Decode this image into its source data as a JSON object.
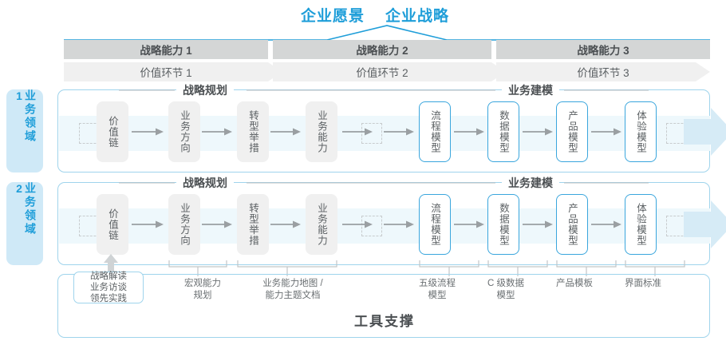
{
  "header": {
    "titles": [
      "企业愿景",
      "企业战略"
    ],
    "accent_color": "#1f9ed9"
  },
  "capability_bar": {
    "bar_color": "#d4d6d6",
    "items": [
      "战略能力 1",
      "战略能力 2",
      "战略能力 3"
    ]
  },
  "value_chain_bar": {
    "bar_color": "#f0f0f0",
    "items": [
      "价值环节 1",
      "价值环节 2",
      "价值环节 3"
    ]
  },
  "domains": [
    {
      "label": "业务领域 1",
      "tag_color": "#cfe9f7"
    },
    {
      "label": "业务领域 2",
      "tag_color": "#cfe9f7"
    }
  ],
  "sections": [
    {
      "key": "planning",
      "title": "战略规划"
    },
    {
      "key": "modeling",
      "title": "业务建模"
    }
  ],
  "lane_nodes": {
    "planning": [
      {
        "label": "价值链",
        "style": "grey"
      },
      {
        "label": "业务方向",
        "style": "grey"
      },
      {
        "label": "转型举措",
        "style": "grey"
      },
      {
        "label": "业务能力",
        "style": "grey"
      }
    ],
    "modeling": [
      {
        "label": "流程模型",
        "style": "blue"
      },
      {
        "label": "数据模型",
        "style": "blue"
      },
      {
        "label": "产品模型",
        "style": "blue"
      },
      {
        "label": "体验模型",
        "style": "blue"
      }
    ]
  },
  "tool_support": {
    "title": "工具支撑",
    "pill": [
      "战略解读",
      "业务访谈",
      "领先实践"
    ],
    "captions": [
      "宏观能力\n规划",
      "业务能力地图 /\n能力主题文档",
      "五级流程\n模型",
      "C 级数据\n模型",
      "产品模板",
      "界面标准"
    ]
  },
  "colors": {
    "blue_accent": "#1f9ed9",
    "lane_border": "#9fd4ec",
    "band": "#eef8fc",
    "node_grey": "#f0f0f0",
    "node_blue_border": "#3aa6dd",
    "text_dark": "#4b4f52",
    "text_mid": "#5b6063"
  }
}
